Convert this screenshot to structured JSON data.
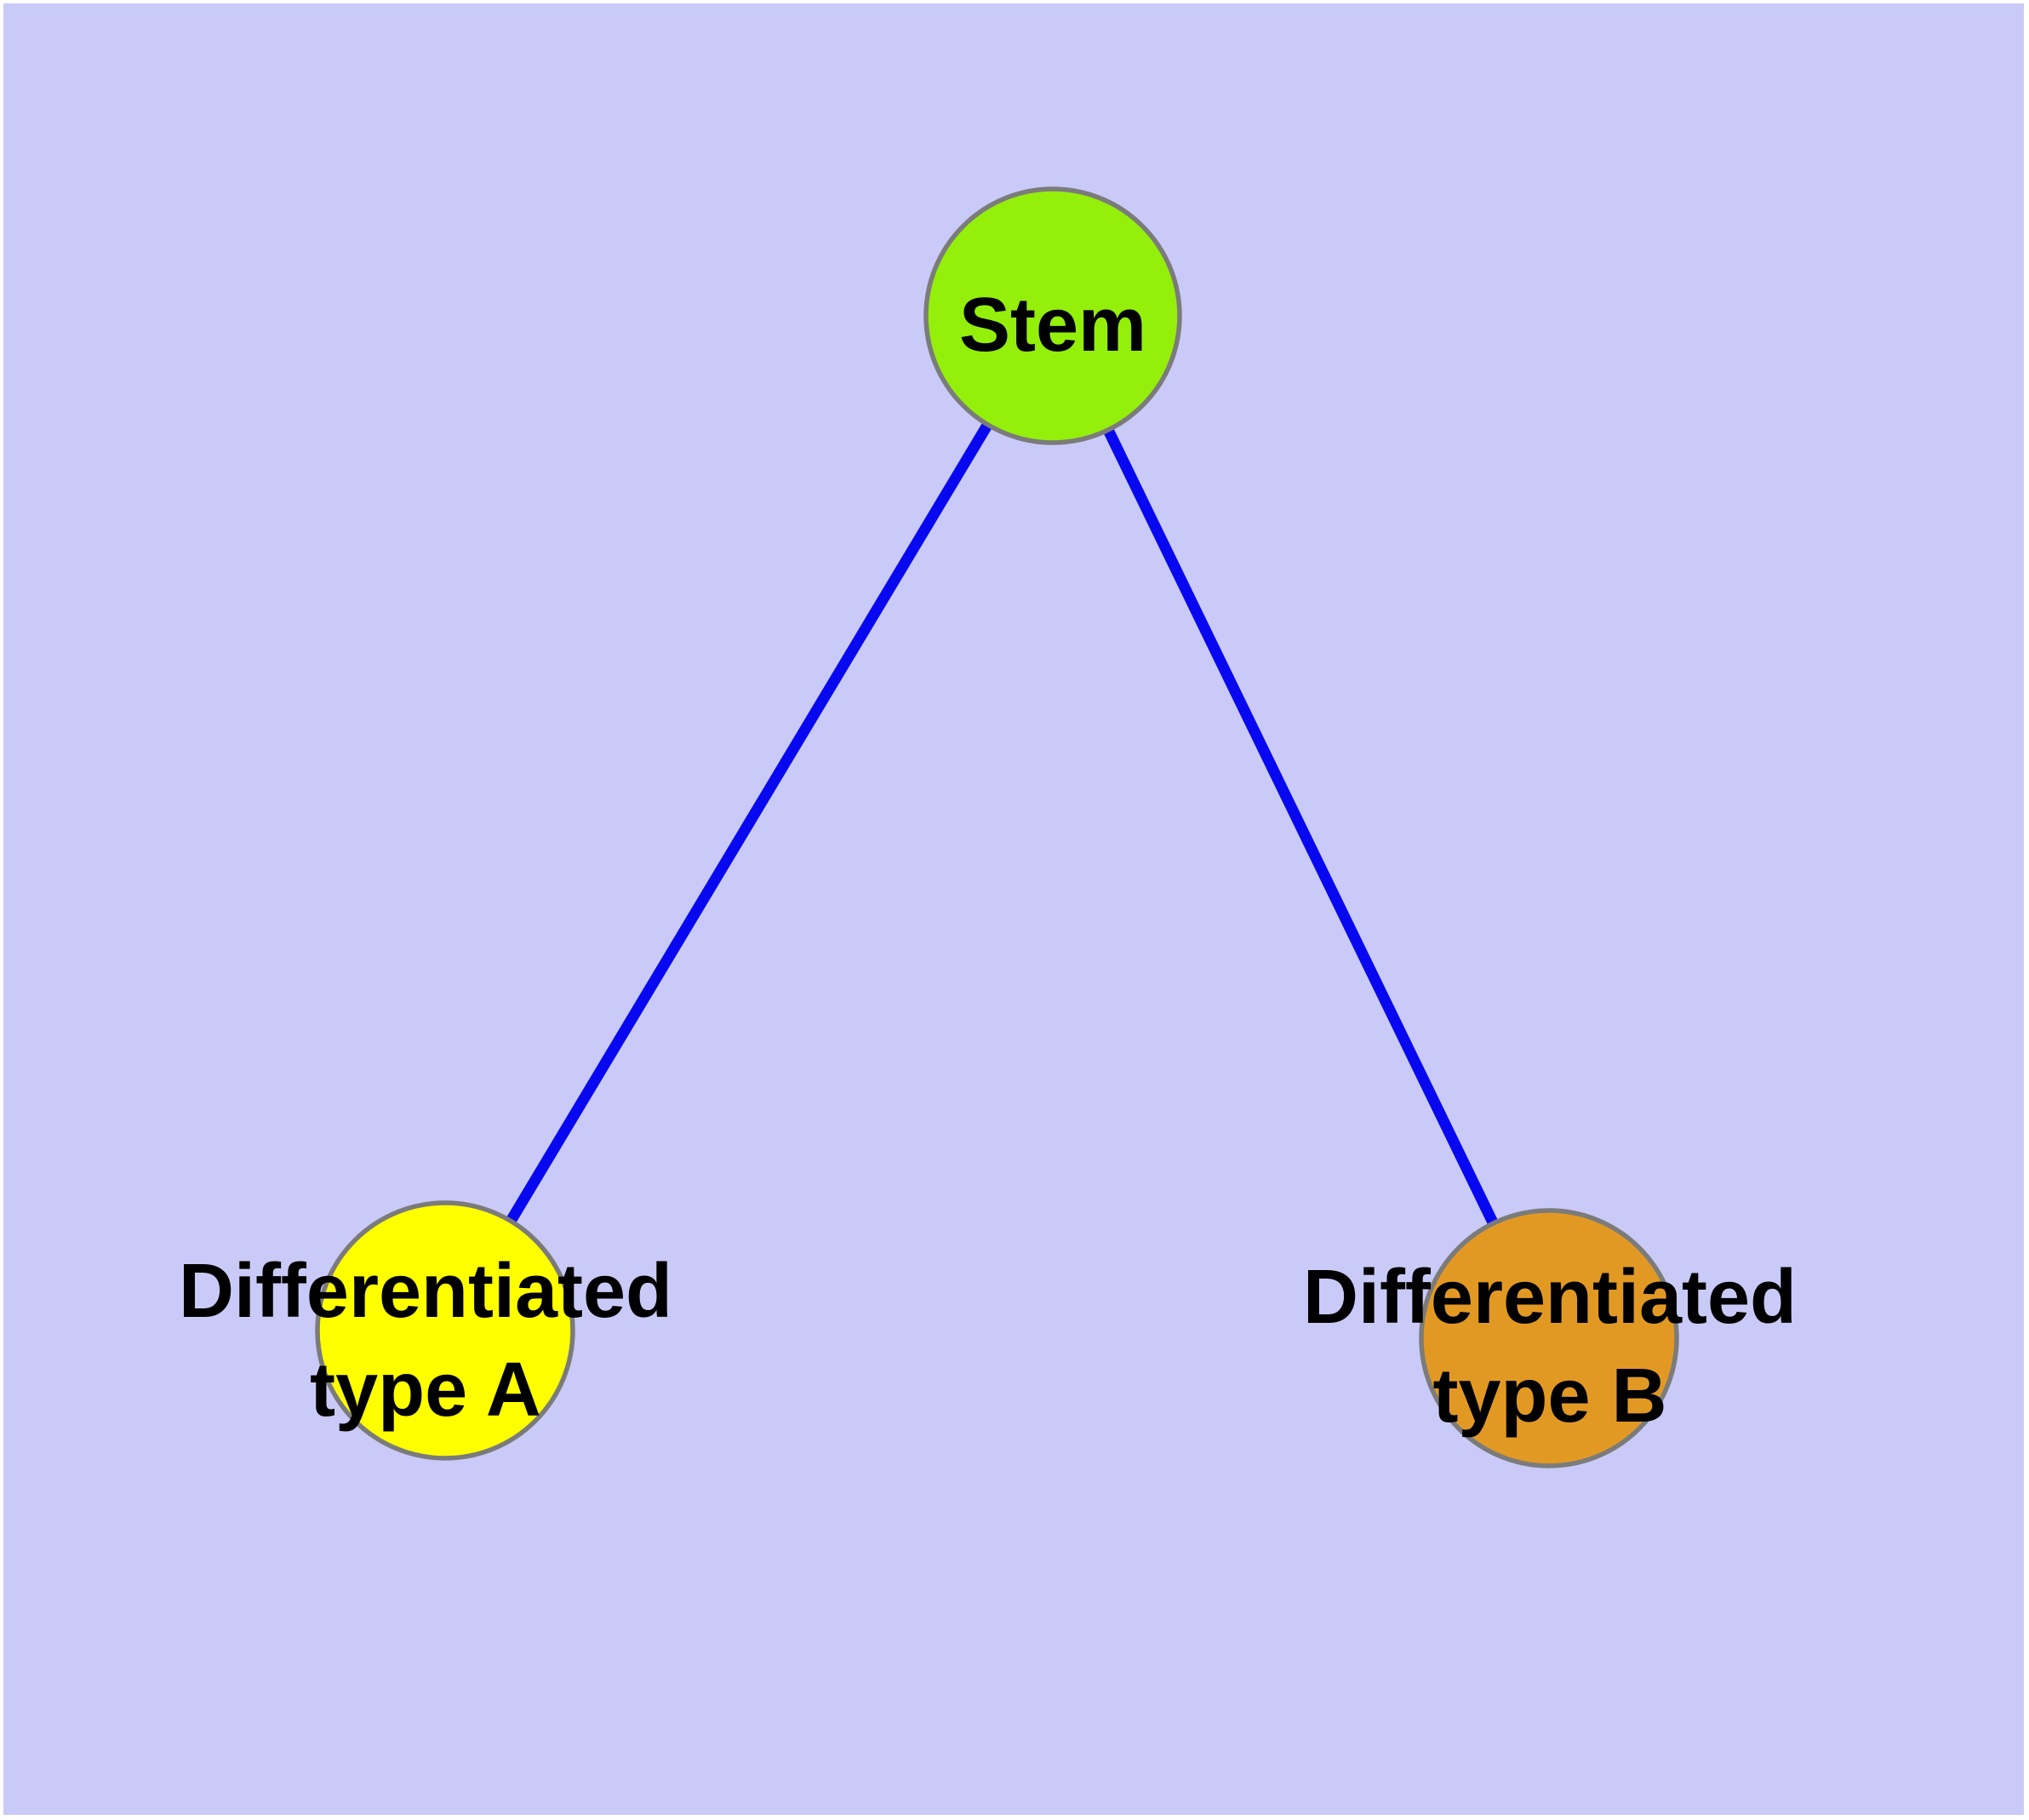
{
  "diagram": {
    "type": "node-link-graph",
    "title": "",
    "background_color": "#CACAF8",
    "frame_color": "#FFFFFF",
    "edge_color": "#0808F0",
    "node_border_color": "#7B7B7B",
    "label_color": "#000000",
    "nodes": [
      {
        "id": "stem",
        "label": "Stem",
        "label_line1": "Stem",
        "label_line2": "",
        "fill": "#94EF0B"
      },
      {
        "id": "differentiated-type-a",
        "label": "Differentiated type A",
        "label_line1": "Differentiated",
        "label_line2": "type A",
        "fill": "#FFFF00"
      },
      {
        "id": "differentiated-type-b",
        "label": "Differentiated type B",
        "label_line1": "Differentiated",
        "label_line2": "type B",
        "fill": "#E29924"
      }
    ],
    "edges": [
      {
        "from": "Stem",
        "to": "Differentiated type A"
      },
      {
        "from": "Stem",
        "to": "Differentiated type B"
      }
    ]
  }
}
